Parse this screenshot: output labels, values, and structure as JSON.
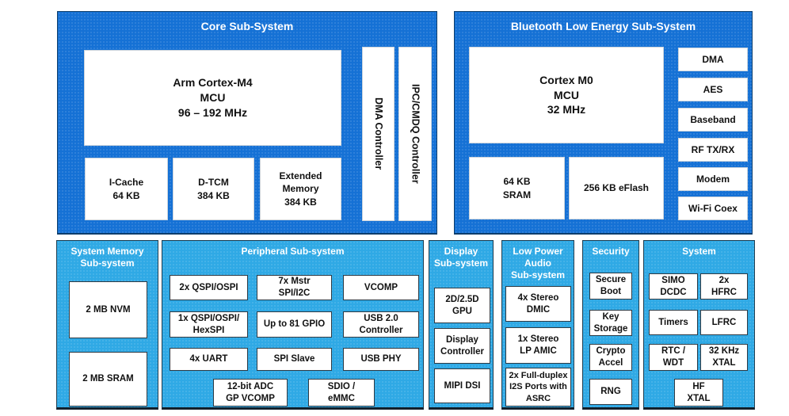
{
  "colors": {
    "dark_blue": "#1571d5",
    "light_blue": "#2fa9e5",
    "box_fill": "#ffffff"
  },
  "core": {
    "title": "Core Sub-System",
    "mcu": "Arm Cortex-M4\nMCU\n96 – 192 MHz",
    "icache": "I-Cache\n64 KB",
    "dtcm": "D-TCM\n384 KB",
    "ext_mem": "Extended\nMemory\n384 KB",
    "dma_ctrl": "DMA Controller",
    "ipc_ctrl": "IPC/CMDQ Controller"
  },
  "ble": {
    "title": "Bluetooth Low Energy Sub-System",
    "mcu": "Cortex M0\nMCU\n32 MHz",
    "sram": "64 KB\nSRAM",
    "eflash": "256 KB eFlash",
    "blocks": [
      "DMA",
      "AES",
      "Baseband",
      "RF TX/RX",
      "Modem",
      "Wi-Fi Coex"
    ]
  },
  "memory": {
    "title": "System Memory\nSub-system",
    "nvm": "2 MB NVM",
    "sram": "2 MB SRAM"
  },
  "peripheral": {
    "title": "Peripheral Sub-system",
    "r1c1": "2x QSPI/OSPI",
    "r1c2": "7x Mstr\nSPI/I2C",
    "r1c3": "VCOMP",
    "r2c1": "1x QSPI/OSPI/\nHexSPI",
    "r2c2": "Up to 81 GPIO",
    "r2c3": "USB 2.0\nController",
    "r3c1": "4x UART",
    "r3c2": "SPI Slave",
    "r3c3": "USB PHY",
    "r4c1": "12-bit ADC\nGP VCOMP",
    "r4c2": "SDIO /\neMMC"
  },
  "display": {
    "title": "Display\nSub-system",
    "gpu": "2D/2.5D\nGPU",
    "controller": "Display\nController",
    "mipi": "MIPI DSI"
  },
  "audio": {
    "title": "Low Power\nAudio\nSub-system",
    "dmic": "4x Stereo\nDMIC",
    "amic": "1x Stereo\nLP AMIC",
    "i2s": "2x Full-duplex\nI2S Ports with\nASRC"
  },
  "security": {
    "title": "Security",
    "boot": "Secure\nBoot",
    "key": "Key\nStorage",
    "crypto": "Crypto\nAccel",
    "rng": "RNG"
  },
  "system": {
    "title": "System",
    "simo": "SIMO\nDCDC",
    "hfrc": "2x\nHFRC",
    "timers": "Timers",
    "lfrc": "LFRC",
    "rtc": "RTC /\nWDT",
    "xtal32": "32 KHz\nXTAL",
    "hfxtal": "HF\nXTAL"
  }
}
